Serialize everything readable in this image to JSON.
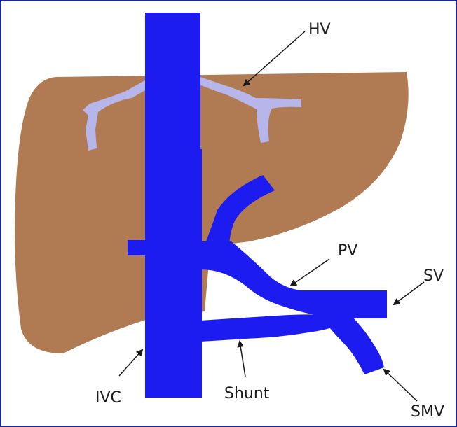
{
  "labels": {
    "hv": "HV",
    "pv": "PV",
    "sv": "SV",
    "ivc": "IVC",
    "shunt": "Shunt",
    "smv": "SMV"
  },
  "colors": {
    "liver": "#b07a53",
    "vessel": "#1c1cf0",
    "hepatic_vein": "#b6b6ea",
    "border": "#1a2a8a",
    "arrow": "#1a1a1a"
  }
}
